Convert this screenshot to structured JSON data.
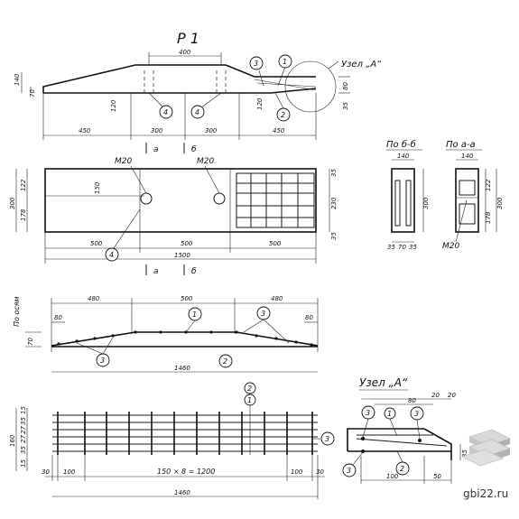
{
  "title": "Р 1",
  "node_label": "Узел „А“",
  "node_title": "Узел „А“",
  "section_bb": "По б-б",
  "section_aa": "По а-а",
  "cut_a": "а",
  "cut_b": "б",
  "watermark": "gbi22.ru",
  "top_view": {
    "dims_bottom": [
      "450",
      "300",
      "300",
      "450"
    ],
    "dim_top": "400",
    "dim_left_total": "140",
    "dim_left_part": "70",
    "dim_mid_left": "120",
    "dim_mid_right": "120",
    "dim_right_a": "80",
    "dim_right_b": "35",
    "callouts": [
      "3",
      "1",
      "2",
      "4",
      "4"
    ]
  },
  "plan_view": {
    "dims_bottom": [
      "500",
      "500",
      "500"
    ],
    "total": "1500",
    "bolt_left": "М20",
    "bolt_right": "М20",
    "dim_left_total": "300",
    "dim_left_a": "122",
    "dim_left_b": "178",
    "dim_150": "150",
    "dim_right_35a": "35",
    "dim_right_230": "230",
    "dim_right_35b": "35",
    "callout": "4"
  },
  "section_b": {
    "width": "140",
    "height": "300",
    "bottom": [
      "35",
      "70",
      "35"
    ]
  },
  "section_a": {
    "width": "140",
    "height": "300",
    "top": "122",
    "bottom": "178",
    "bolt": "М20"
  },
  "frame_view": {
    "dims_top": [
      "480",
      "500",
      "480"
    ],
    "left_80": "80",
    "right_80": "80",
    "side_label": "По осям",
    "side_70": "70",
    "total": "1460",
    "callouts": [
      "1",
      "3",
      "3",
      "2"
    ]
  },
  "mesh_view": {
    "left_dims": [
      "15",
      "35",
      "27",
      "27",
      "35",
      "15"
    ],
    "left_total": "160",
    "bottom_dims": [
      "30",
      "100",
      "150 × 8 = 1200",
      "100",
      "30"
    ],
    "total": "1460",
    "callouts": [
      "2",
      "1",
      "3"
    ]
  },
  "node_a": {
    "dims_top": [
      "20",
      "80",
      "20"
    ],
    "dim_right": "35",
    "dims_bottom": [
      "100",
      "50"
    ],
    "callouts": [
      "3",
      "1",
      "3",
      "3",
      "2"
    ]
  }
}
